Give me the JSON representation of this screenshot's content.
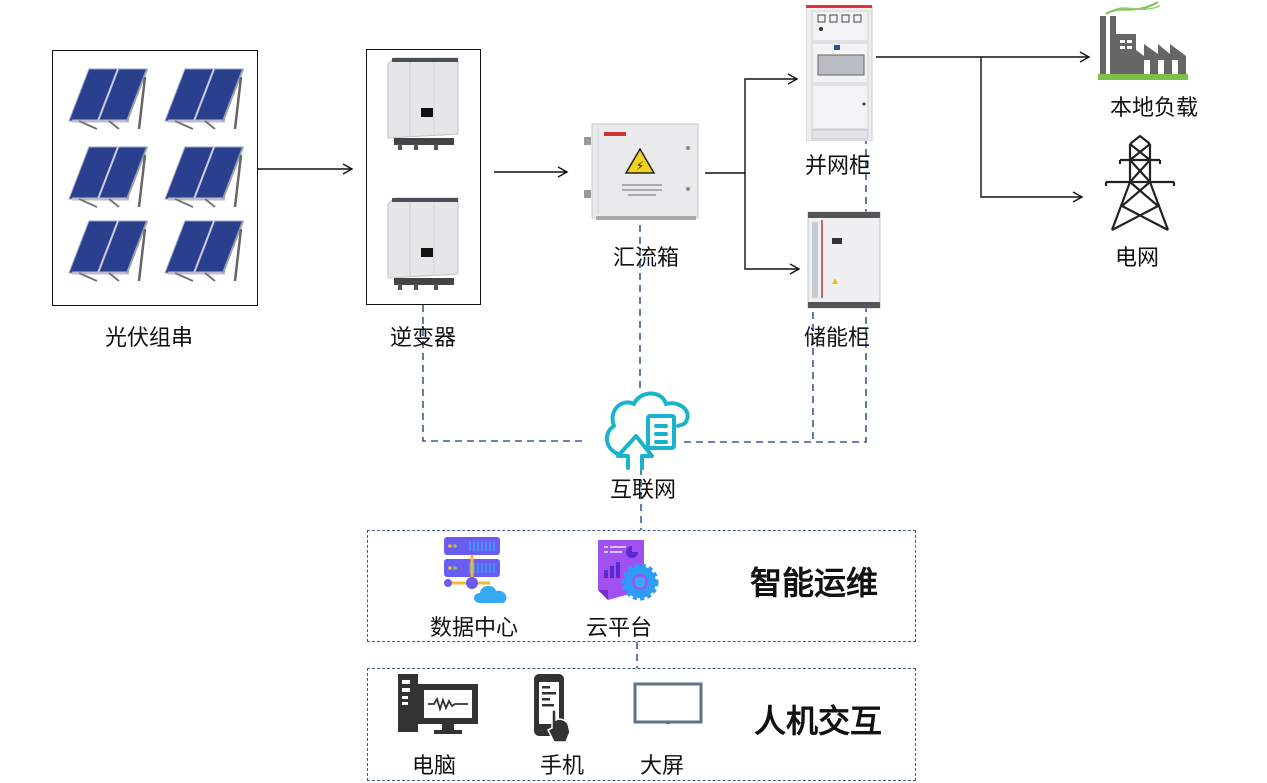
{
  "diagram": {
    "nodes": {
      "pv_strings": {
        "label": "光伏组串",
        "icon": "solar-panel-icon",
        "count": 6
      },
      "inverter": {
        "label": "逆变器",
        "icon": "inverter-icon",
        "count": 2
      },
      "combiner_box": {
        "label": "汇流箱",
        "icon": "combiner-box-icon"
      },
      "grid_cabinet": {
        "label": "并网柜",
        "icon": "grid-cabinet-icon"
      },
      "storage_cabinet": {
        "label": "储能柜",
        "icon": "storage-cabinet-icon"
      },
      "local_load": {
        "label": "本地负载",
        "icon": "factory-icon"
      },
      "power_grid": {
        "label": "电网",
        "icon": "power-tower-icon"
      },
      "internet": {
        "label": "互联网",
        "icon": "cloud-upload-icon"
      }
    },
    "groups": {
      "smart_ops": {
        "title": "智能运维",
        "items": [
          {
            "label": "数据中心",
            "icon": "data-center-icon"
          },
          {
            "label": "云平台",
            "icon": "cloud-platform-icon"
          }
        ]
      },
      "hmi": {
        "title": "人机交互",
        "items": [
          {
            "label": "电脑",
            "icon": "computer-icon"
          },
          {
            "label": "手机",
            "icon": "phone-icon"
          },
          {
            "label": "大屏",
            "icon": "big-screen-icon"
          }
        ]
      }
    },
    "colors": {
      "line": "#111111",
      "dashed": "#3a5a9c",
      "internet_cyan": "#1ab3cc",
      "server_purple": "#6a5cf0",
      "server_orange": "#f7b731",
      "cloud_blue": "#36a9f5",
      "doc_purple": "#a051f0",
      "gear_blue": "#2d9cf5",
      "solar_blue": "#2b3f8f",
      "device_dark": "#333333",
      "screen_gray": "#5e7384",
      "factory_gray": "#666666",
      "grass_green": "#7cc04a"
    }
  }
}
